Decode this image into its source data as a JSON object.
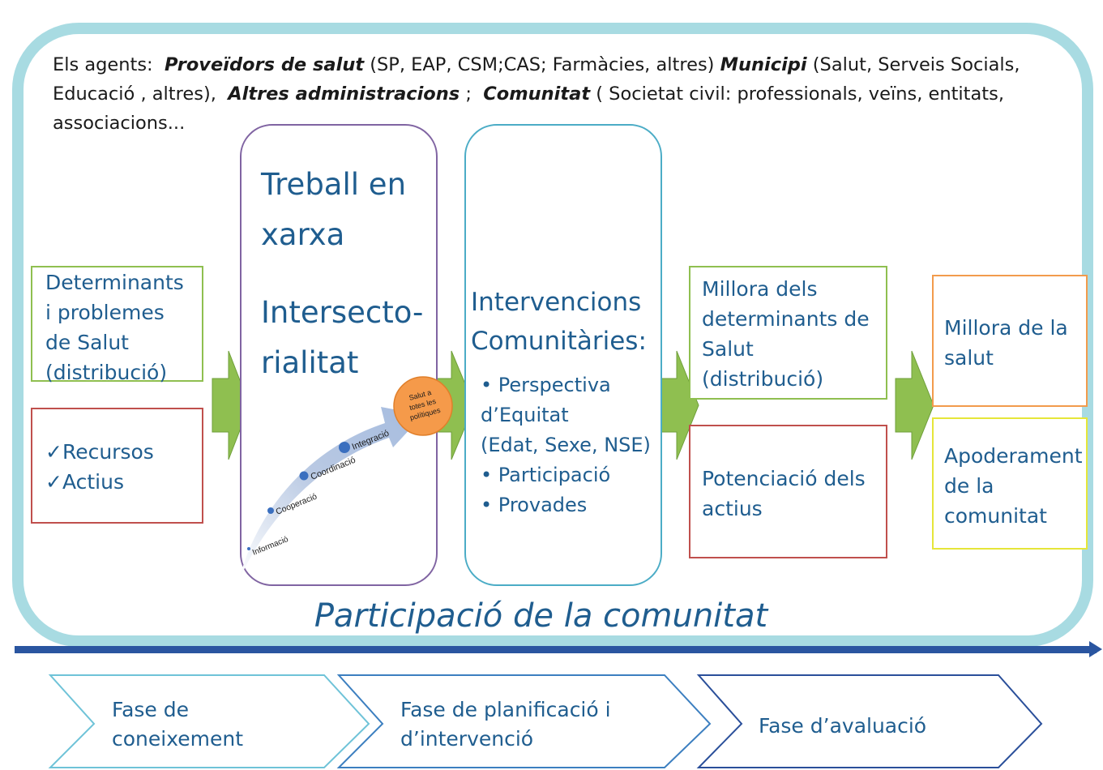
{
  "agents": {
    "prefix": "Els agents:",
    "p1_bold": "Proveïdors de salut",
    "p1_rest": " (SP, EAP, CSM;CAS; Farmàcies, altres) ",
    "p2_bold": "Municipi",
    "p2_rest": " (Salut, Serveis Socials, Educació , altres), ",
    "p3_bold": "Altres administracions",
    "p3_rest": " ; ",
    "p4_bold": "Comunitat",
    "p4_rest": " ( Societat civil: professionals, veïns, entitats, associacions..."
  },
  "stage1": {
    "determinants_lines": [
      "Determinants",
      "i problemes",
      "de Salut",
      "(distribució)"
    ],
    "resources": [
      "✓Recursos",
      "✓Actius"
    ]
  },
  "network": {
    "title1_lines": [
      "Treball en",
      "xarxa"
    ],
    "title2_lines": [
      "Intersecto-",
      "rialitat"
    ],
    "steps": [
      "Informació",
      "Cooperació",
      "Coordinació",
      "Integració"
    ],
    "badge_lines": [
      "Salut a",
      "totes les",
      "polítiques"
    ]
  },
  "interventions": {
    "title_lines": [
      "Intervencions",
      "Comunitàries:"
    ],
    "bullet_lines": [
      "• Perspectiva",
      "d’Equitat",
      "(Edat, Sexe, NSE)",
      "• Participació",
      "• Provades"
    ]
  },
  "results": {
    "improve_lines": [
      "Millora dels",
      "determinants de",
      "Salut",
      "(distribució)"
    ],
    "assets_lines": [
      "Potenciació dels",
      "actius"
    ]
  },
  "outcomes": {
    "health_lines": [
      "Millora de la",
      "salut"
    ],
    "empower_lines": [
      "Apoderament",
      "de la",
      "comunitat"
    ]
  },
  "participation": "Participació de la comunitat",
  "phases": [
    {
      "lines": [
        "Fase de",
        "coneixement"
      ]
    },
    {
      "lines": [
        "Fase de planificació i",
        "d’intervenció"
      ]
    },
    {
      "lines": [
        "Fase d’avaluació"
      ]
    }
  ],
  "colors": {
    "frame": "#a8dbe2",
    "text_blue": "#1f5d8f",
    "arrow_green": "#8fbf50",
    "timeline": "#2a55a0",
    "badge": "#f59a4a"
  }
}
